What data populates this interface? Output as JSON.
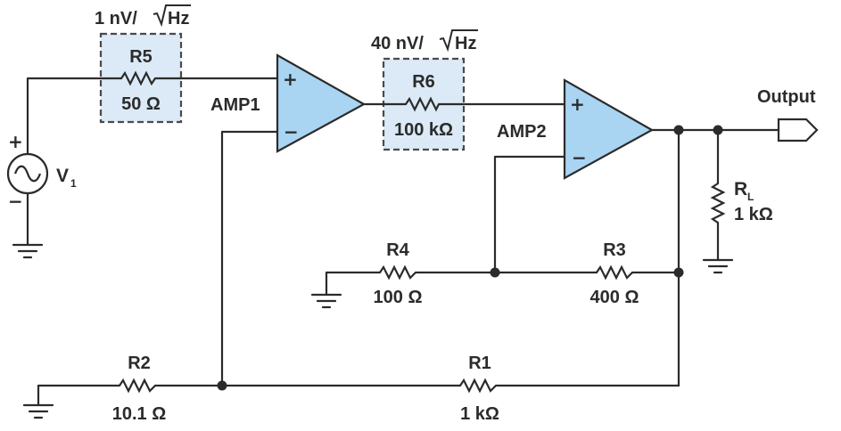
{
  "components": {
    "r5": {
      "name": "R5",
      "value": "50 Ω",
      "noise_prefix": "1 nV/",
      "noise_unit": "Hz"
    },
    "r6": {
      "name": "R6",
      "value": "100 kΩ",
      "noise_prefix": "40 nV/",
      "noise_unit": "Hz"
    },
    "r4": {
      "name": "R4",
      "value": "100 Ω"
    },
    "r3": {
      "name": "R3",
      "value": "400 Ω"
    },
    "r2": {
      "name": "R2",
      "value": "10.1 Ω"
    },
    "r1": {
      "name": "R1",
      "value": "1 kΩ"
    },
    "rl": {
      "name_main": "R",
      "name_sub": "L",
      "value": "1 kΩ"
    }
  },
  "amplifiers": {
    "amp1": {
      "name": "AMP1",
      "plus": "+",
      "minus": "−"
    },
    "amp2": {
      "name": "AMP2",
      "plus": "+",
      "minus": "−"
    }
  },
  "source": {
    "name_main": "V",
    "name_sub": "1",
    "plus": "+",
    "minus": "−"
  },
  "output": {
    "label": "Output"
  },
  "colors": {
    "wire": "#2b2b2b",
    "opamp_fill": "#a9d4f2",
    "noise_box_fill": "#dbeaf6"
  }
}
